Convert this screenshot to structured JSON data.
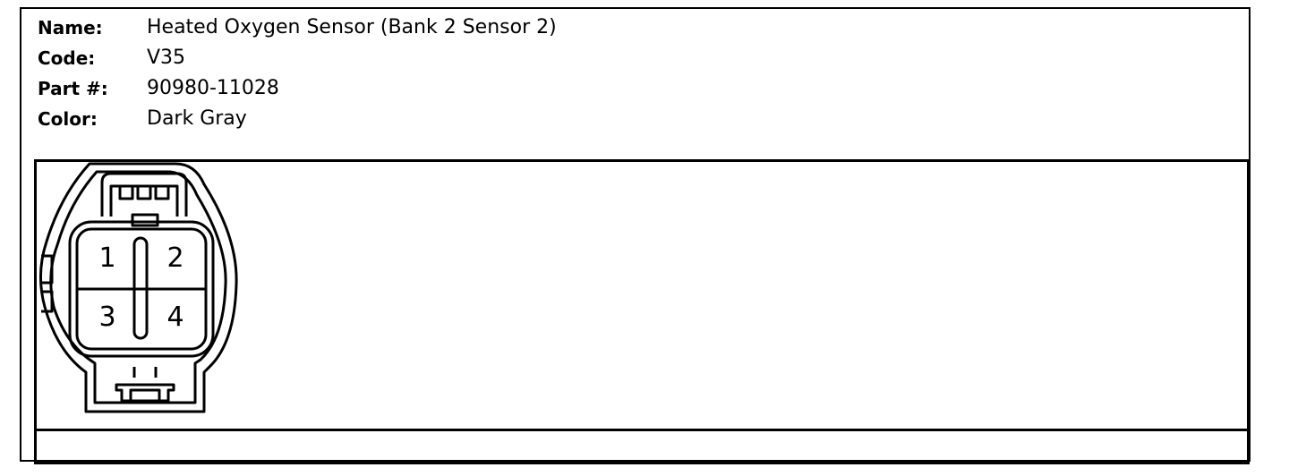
{
  "info": {
    "name_label": "Name:",
    "name_value": "Heated Oxygen Sensor (Bank 2 Sensor 2)",
    "code_label": "Code:",
    "code_value": "V35",
    "part_label": "Part #:",
    "part_value": "90980-11028",
    "color_label": "Color:",
    "color_value": "Dark Gray"
  },
  "connector": {
    "pins": [
      "1",
      "2",
      "3",
      "4"
    ]
  }
}
